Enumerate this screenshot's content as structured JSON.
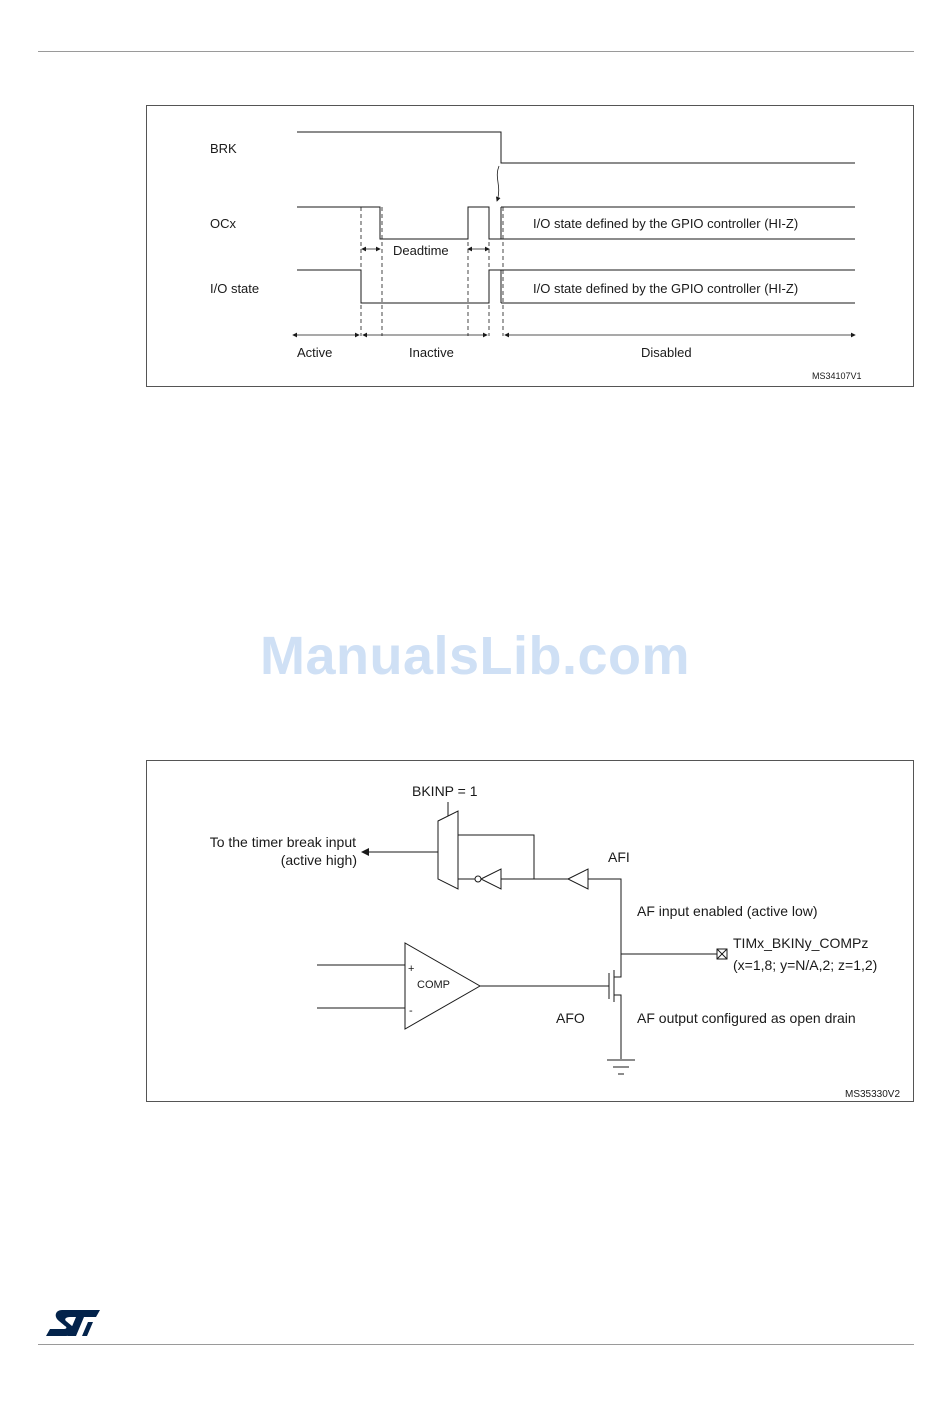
{
  "watermark": "ManualsLib.com",
  "figure1": {
    "signals": {
      "brk": "BRK",
      "ocx": "OCx",
      "io": "I/O state"
    },
    "hiz_ocx": "I/O state defined by the GPIO controller (HI-Z)",
    "hiz_io": "I/O state defined by the GPIO controller (HI-Z)",
    "deadtime": "Deadtime",
    "phases": {
      "active": "Active",
      "inactive": "Inactive",
      "disabled": "Disabled"
    },
    "ref": "MS34107V1"
  },
  "figure2": {
    "bkinp": "BKINP = 1",
    "timer_break_line1": "To the timer break input",
    "timer_break_line2": "(active high)",
    "afi": "AFI",
    "af_input": "AF input enabled (active low)",
    "pin_line1": "TIMx_BKINy_COMPz",
    "pin_line2": "(x=1,8; y=N/A,2; z=1,2)",
    "comp": "COMP",
    "plus": "+",
    "minus": "-",
    "afo": "AFO",
    "af_output": "AF output configured as open drain",
    "ref": "MS35330V2"
  },
  "colors": {
    "logo": "#03234b",
    "logo_accent": "#3cb4e6",
    "watermark": "#cfe0f5"
  }
}
